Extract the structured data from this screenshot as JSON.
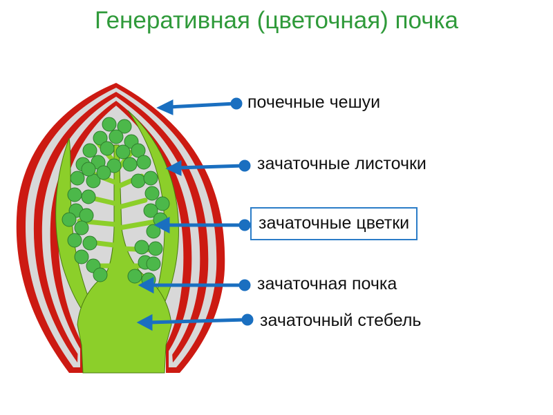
{
  "title": "Генеративная (цветочная) почка",
  "labels": {
    "scales": "почечные чешуи",
    "leaves": "зачаточные листочки",
    "flowers": "зачаточные цветки",
    "bud": "зачаточная почка",
    "stem": "зачаточный стебель"
  },
  "highlighted_label": "flowers",
  "colors": {
    "title": "#2f9a3a",
    "scale_red": "#cc1a12",
    "scale_gap": "#d8d8d8",
    "green_fill": "#8ccf2a",
    "flower_green": "#4cb84a",
    "arrow_blue": "#1a6fc0",
    "box_border": "#2a7cc7"
  }
}
